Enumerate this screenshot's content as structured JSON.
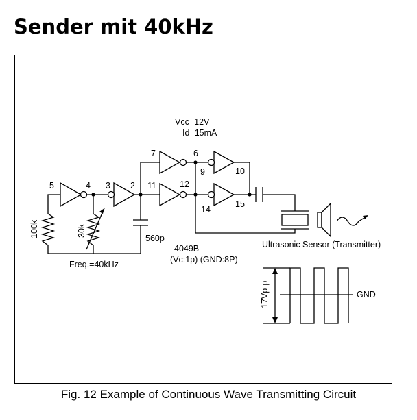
{
  "title": "Sender mit 40kHz",
  "caption": "Fig. 12  Example of Continuous Wave Transmitting Circuit",
  "supply": {
    "vcc": "Vcc=12V",
    "id": "Id=15mA"
  },
  "ic": {
    "name": "4049B",
    "pins": "(Vc:1p)  (GND:8P)"
  },
  "pin_labels": {
    "p5": "5",
    "p4": "4",
    "p3": "3",
    "p2": "2",
    "p7": "7",
    "p6": "6",
    "p9": "9",
    "p10": "10",
    "p11": "11",
    "p12": "12",
    "p14": "14",
    "p15": "15"
  },
  "components": {
    "r1": "100k",
    "r2": "30k",
    "c1": "560p",
    "freq": "Freq.=40kHz"
  },
  "sensor_label": "Ultrasonic Sensor (Transmitter)",
  "waveform": {
    "amplitude": "17Vp-p",
    "ground": "GND"
  }
}
